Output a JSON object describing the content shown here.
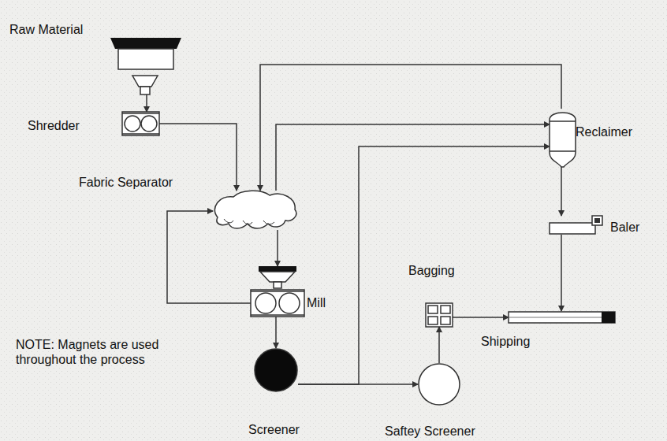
{
  "diagram": {
    "nodes": [
      {
        "text": [
          "Raw Material"
        ]
      },
      {
        "text": [
          "Shredder"
        ]
      },
      {
        "text": [
          "Fabric Separator"
        ]
      },
      {
        "text": [
          "Reclaimer"
        ]
      },
      {
        "text": [
          "Baler"
        ]
      },
      {
        "text": [
          "Bagging"
        ]
      },
      {
        "text": [
          "Mill"
        ]
      },
      {
        "text": [
          "Shipping"
        ]
      },
      {
        "text": [
          "Screener"
        ]
      },
      {
        "text": [
          "Saftey Screener"
        ]
      }
    ],
    "edges": [
      {
        "from": 0,
        "to": 1,
        "arrow": "to"
      },
      {
        "from": 1,
        "to": 2,
        "arrow": "to"
      },
      {
        "from": 2,
        "to": 6,
        "arrow": "to"
      },
      {
        "from": 6,
        "to": 2,
        "arrow": "to"
      },
      {
        "from": 6,
        "to": 8,
        "arrow": "to"
      },
      {
        "from": 8,
        "to": 3,
        "arrow": "to"
      },
      {
        "from": 8,
        "to": 9,
        "arrow": "to"
      },
      {
        "from": 2,
        "to": 3,
        "arrow": "to"
      },
      {
        "from": 3,
        "to": 2,
        "arrow": "to"
      },
      {
        "from": 3,
        "to": 4,
        "arrow": "to"
      },
      {
        "from": 4,
        "to": 7,
        "arrow": "to"
      },
      {
        "from": 9,
        "to": 5,
        "arrow": "to"
      },
      {
        "from": 5,
        "to": 7,
        "arrow": "to"
      }
    ],
    "labels": [
      "NOTE: Magnets are used throughout the process"
    ]
  }
}
